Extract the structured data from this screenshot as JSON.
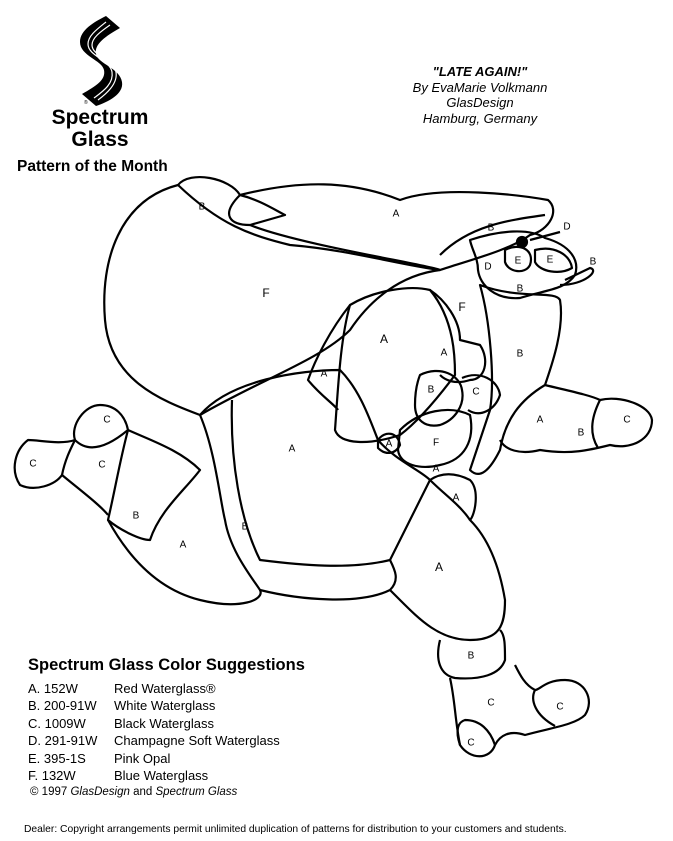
{
  "brand": {
    "line1": "Spectrum",
    "line2": "Glass",
    "tagline": "Pattern of the Month"
  },
  "credits": {
    "title": "\"LATE AGAIN!\"",
    "author": "By EvaMarie Volkmann",
    "studio": "GlasDesign",
    "location": "Hamburg, Germany"
  },
  "piece_labels": [
    "B",
    "A",
    "B",
    "D",
    "D",
    "E",
    "E",
    "B",
    "B",
    "F",
    "F",
    "A",
    "A",
    "B",
    "A",
    "B",
    "C",
    "A",
    "B",
    "C",
    "C",
    "C",
    "C",
    "A",
    "A",
    "F",
    "A",
    "A",
    "B",
    "B",
    "A",
    "A",
    "B",
    "C",
    "C",
    "C"
  ],
  "color_suggestions": {
    "title": "Spectrum Glass Color Suggestions",
    "items": [
      {
        "code": "A.  152W",
        "name": "Red Waterglass®"
      },
      {
        "code": "B.  200-91W",
        "name": "White Waterglass"
      },
      {
        "code": "C.  1009W",
        "name": "Black Waterglass"
      },
      {
        "code": "D.  291-91W",
        "name": "Champagne Soft Waterglass"
      },
      {
        "code": "E.  395-1S",
        "name": "Pink Opal"
      },
      {
        "code": "F.  132W",
        "name": "Blue Waterglass"
      }
    ]
  },
  "copyright": {
    "prefix": "© 1997 ",
    "studio": "GlasDesign",
    "and": " and ",
    "brand": "Spectrum Glass"
  },
  "dealer_note": "Dealer:  Copyright arrangements permit unlimited duplication of patterns for distribution to your customers and students."
}
